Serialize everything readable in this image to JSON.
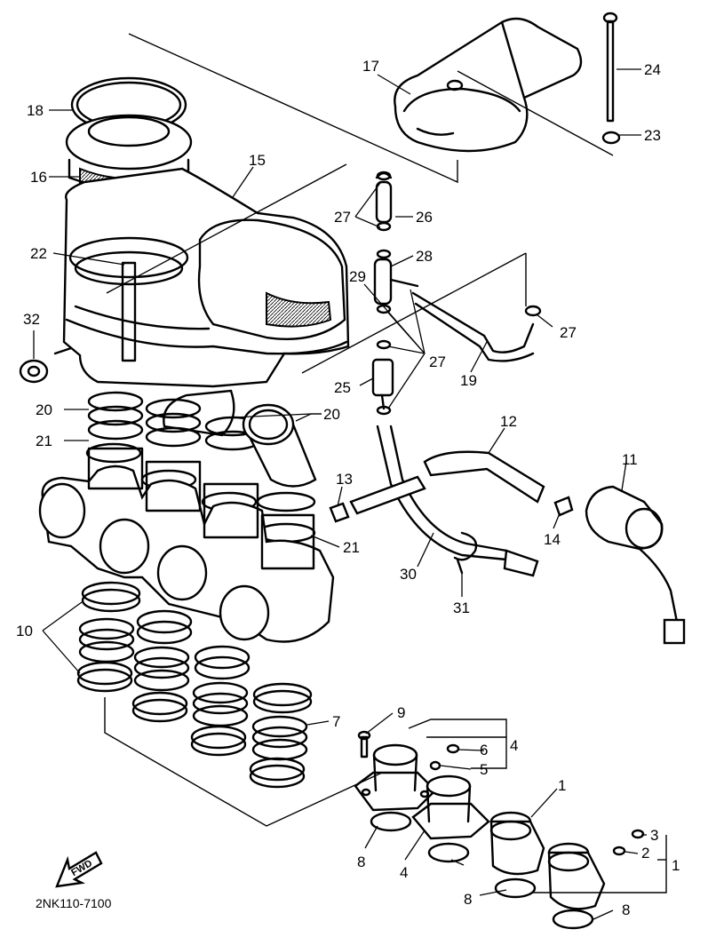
{
  "diagram_code": "2NK110-7100",
  "fwd_label": "FWD",
  "callouts": {
    "c1a": "1",
    "c1b": "1",
    "c1c": "1",
    "c2": "2",
    "c3": "3",
    "c4a": "4",
    "c4b": "4",
    "c5": "5",
    "c6": "6",
    "c7": "7",
    "c8a": "8",
    "c8b": "8",
    "c8c": "8",
    "c9": "9",
    "c10": "10",
    "c11": "11",
    "c12": "12",
    "c13": "13",
    "c14": "14",
    "c15": "15",
    "c16": "16",
    "c17": "17",
    "c18": "18",
    "c19": "19",
    "c20a": "20",
    "c20b": "20",
    "c21a": "21",
    "c21b": "21",
    "c22": "22",
    "c23": "23",
    "c24": "24",
    "c25": "25",
    "c26": "26",
    "c27a": "27",
    "c27b": "27",
    "c27c": "27",
    "c28": "28",
    "c29": "29",
    "c30": "30",
    "c31": "31",
    "c32": "32"
  }
}
